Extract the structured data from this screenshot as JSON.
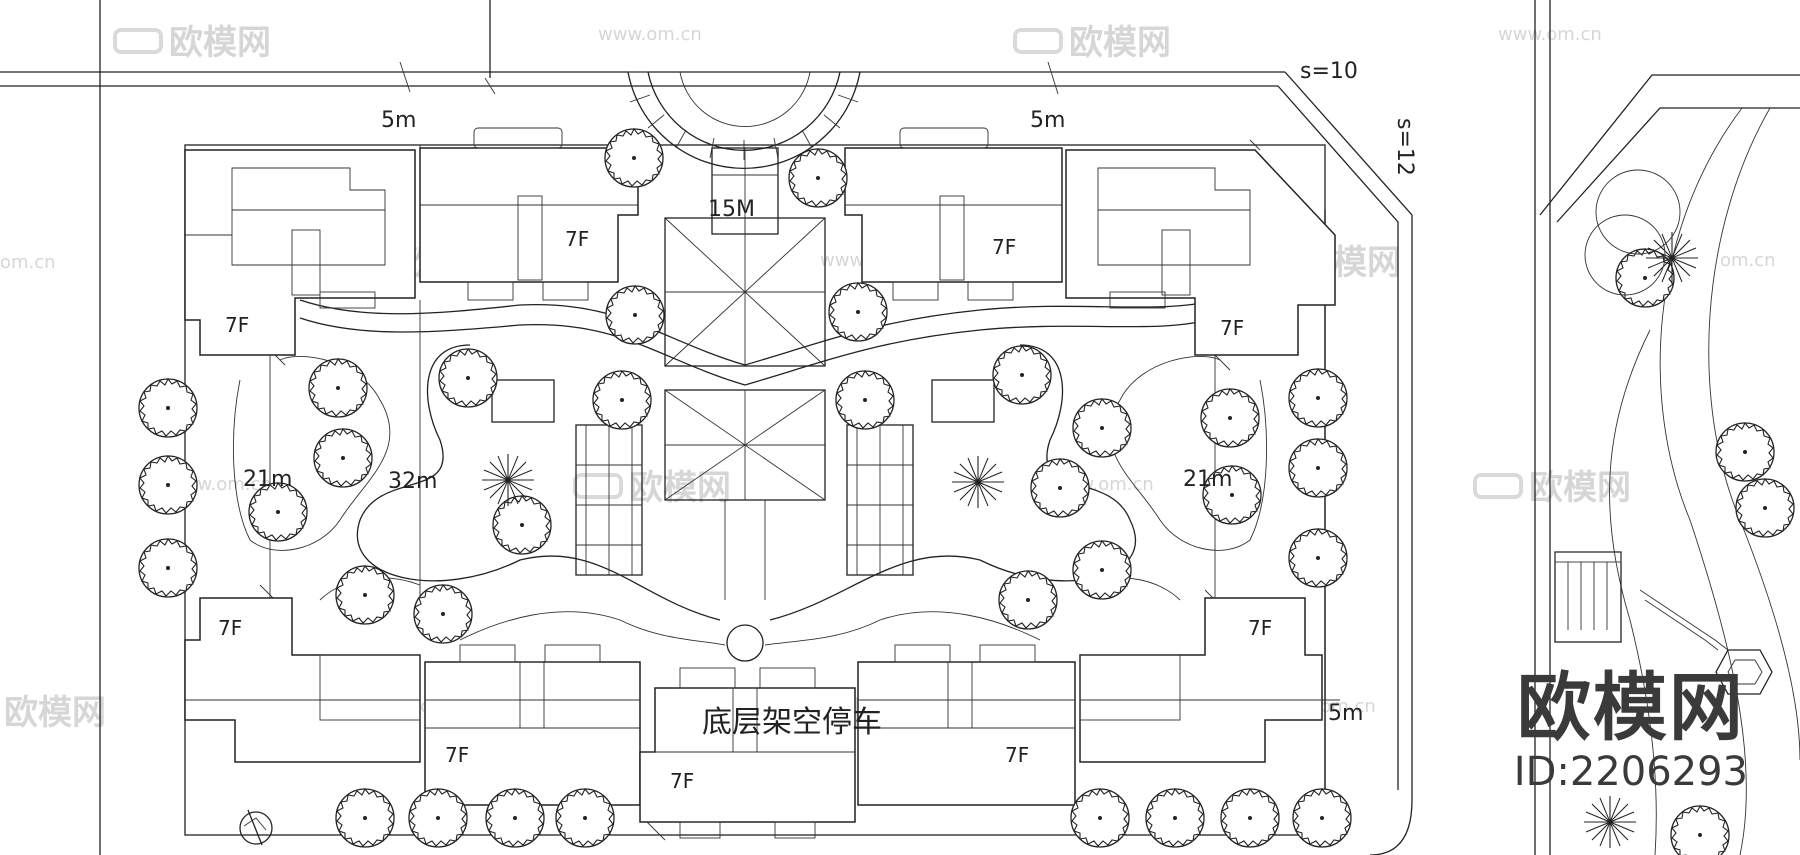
{
  "labels": {
    "floor": "7F",
    "setback_5m": "5m",
    "dist_15": "15M",
    "dist_21": "21m",
    "dist_32": "32m",
    "slope_10": "s=10",
    "slope_12": "s=12",
    "parking": "底层架空停车"
  },
  "watermark": {
    "text": "欧模网",
    "url": "www.om.cn",
    "url_short": "om.cn"
  },
  "brand": {
    "name": "欧模网",
    "id": "ID:2206293"
  }
}
